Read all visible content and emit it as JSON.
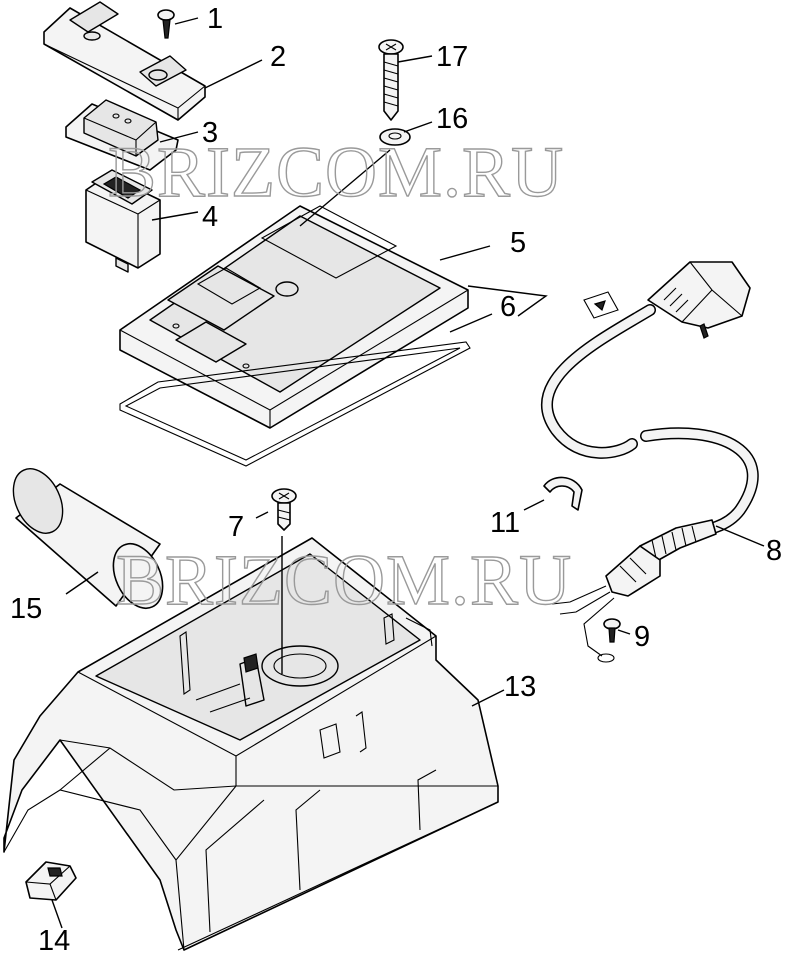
{
  "callouts": {
    "c1": "1",
    "c2": "2",
    "c3": "3",
    "c4": "4",
    "c5": "5",
    "c6": "6",
    "c7": "7",
    "c8": "8",
    "c9": "9",
    "c11": "11",
    "c13": "13",
    "c14": "14",
    "c15": "15",
    "c16": "16",
    "c17": "17"
  },
  "watermark": {
    "top": "BRIZCOM.RU",
    "middle": "BRIZCOM.RU"
  },
  "colors": {
    "line": "#000000",
    "fill": "#f4f4f4",
    "watermark": "#9a9a9a"
  }
}
